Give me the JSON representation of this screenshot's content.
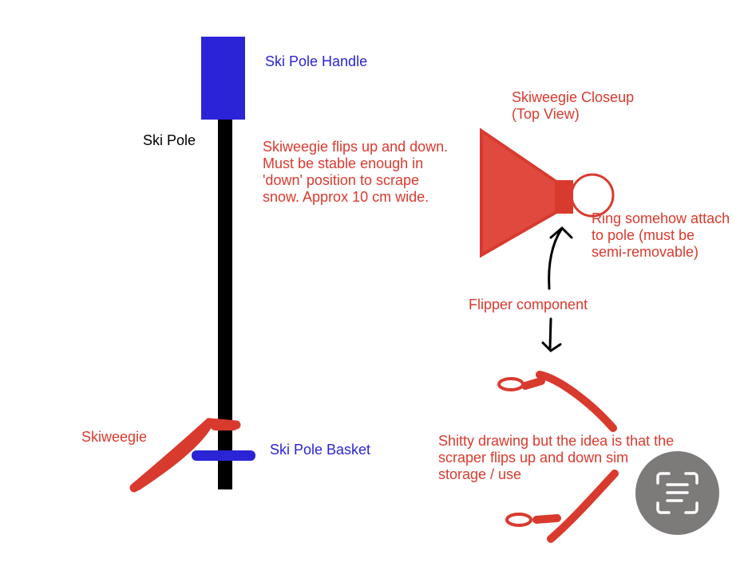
{
  "labels": {
    "handle": "Ski Pole Handle",
    "pole": "Ski Pole",
    "flip_note": [
      "Skiweegie flips up and down.",
      "Must be stable enough in",
      "'down' position to scrape",
      "snow. Approx 10 cm wide."
    ],
    "closeup_title": [
      "Skiweegie Closeup",
      "(Top View)"
    ],
    "ring_note": [
      "Ring somehow attach",
      "to pole (must be",
      "semi-removable)"
    ],
    "flipper": "Flipper component",
    "skiweegie": "Skiweegie",
    "basket": "Ski Pole Basket",
    "drawing_note": [
      "Shitty drawing but the idea is that the",
      "scraper flips up and down sim",
      "storage / use"
    ]
  },
  "colors": {
    "red": "#d93a2e",
    "blue": "#2b24d6",
    "black": "#000000"
  },
  "live_text_button": {
    "icon": "text-scan-icon"
  }
}
